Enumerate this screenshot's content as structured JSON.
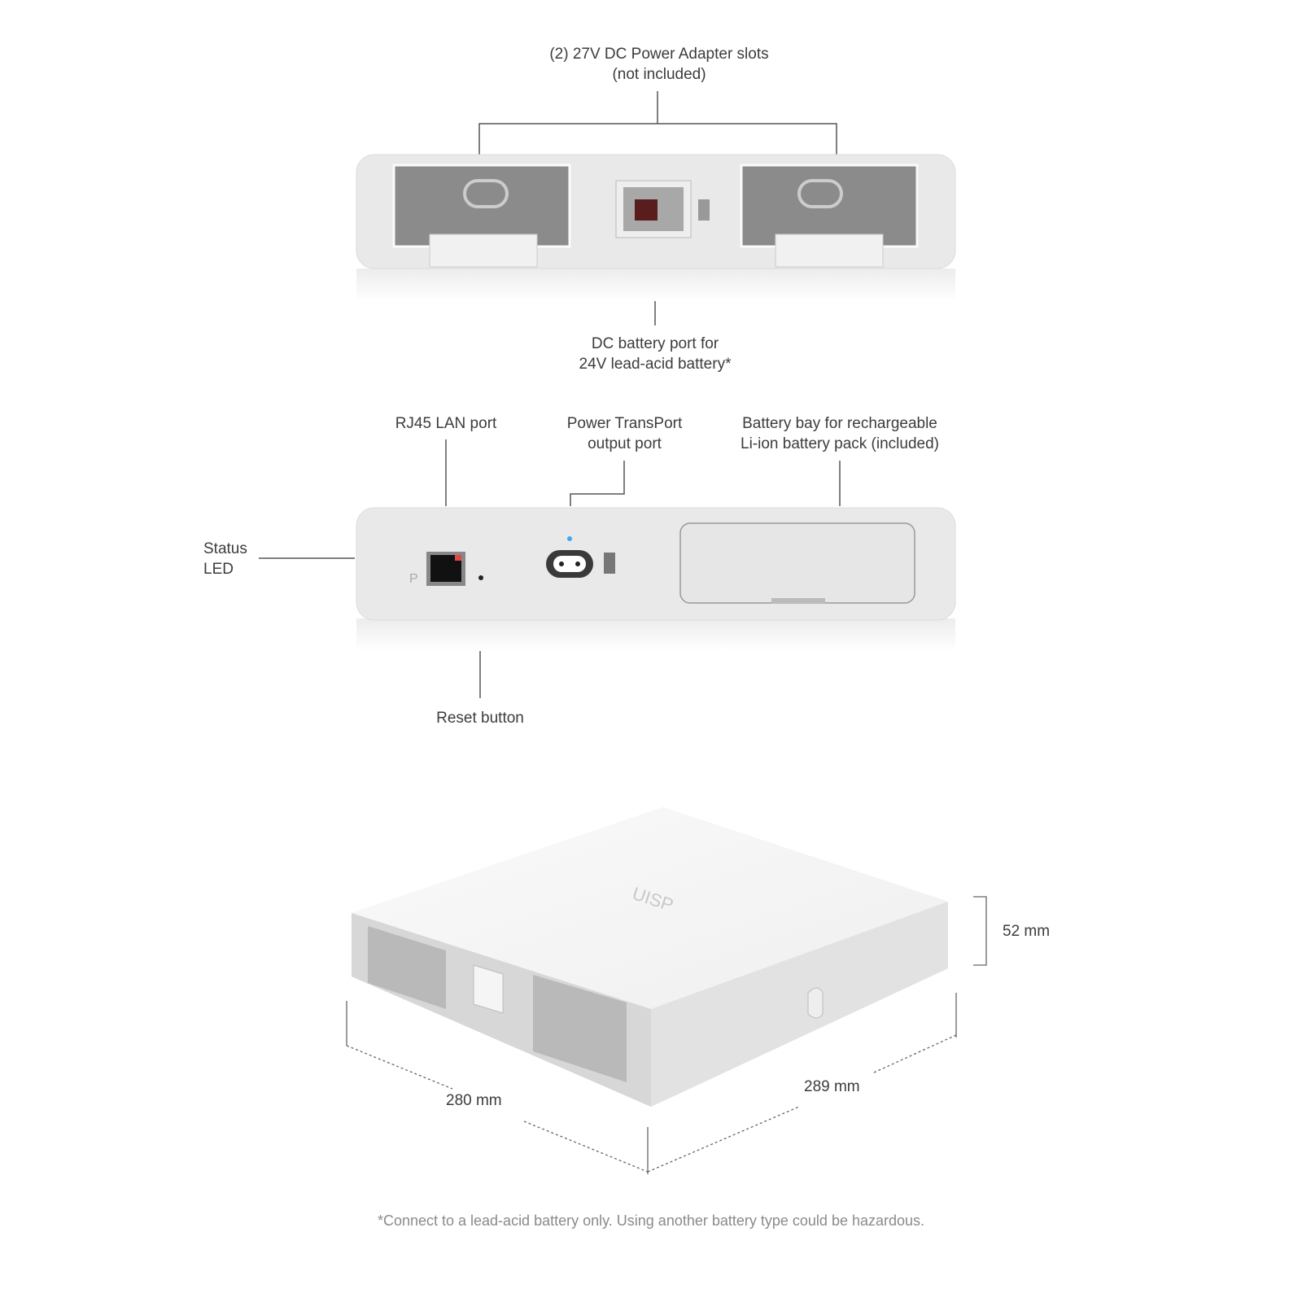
{
  "top_view": {
    "adapter_slots_label": [
      "(2) 27V DC Power Adapter slots",
      "(not included)"
    ],
    "battery_port_label": [
      "DC battery port for",
      "24V lead-acid battery*"
    ]
  },
  "front_view": {
    "rj45_label": "RJ45 LAN port",
    "transport_label": [
      "Power TransPort",
      "output port"
    ],
    "battery_bay_label": [
      "Battery bay for rechargeable",
      "Li-ion battery pack (included)"
    ],
    "status_led_label": [
      "Status",
      "LED"
    ],
    "reset_label": "Reset button"
  },
  "dimensions": {
    "height": "52 mm",
    "width": "280 mm",
    "depth": "289 mm"
  },
  "logo_text": "UISP",
  "footnote": "*Connect to a lead-acid battery only. Using another battery type could be hazardous."
}
